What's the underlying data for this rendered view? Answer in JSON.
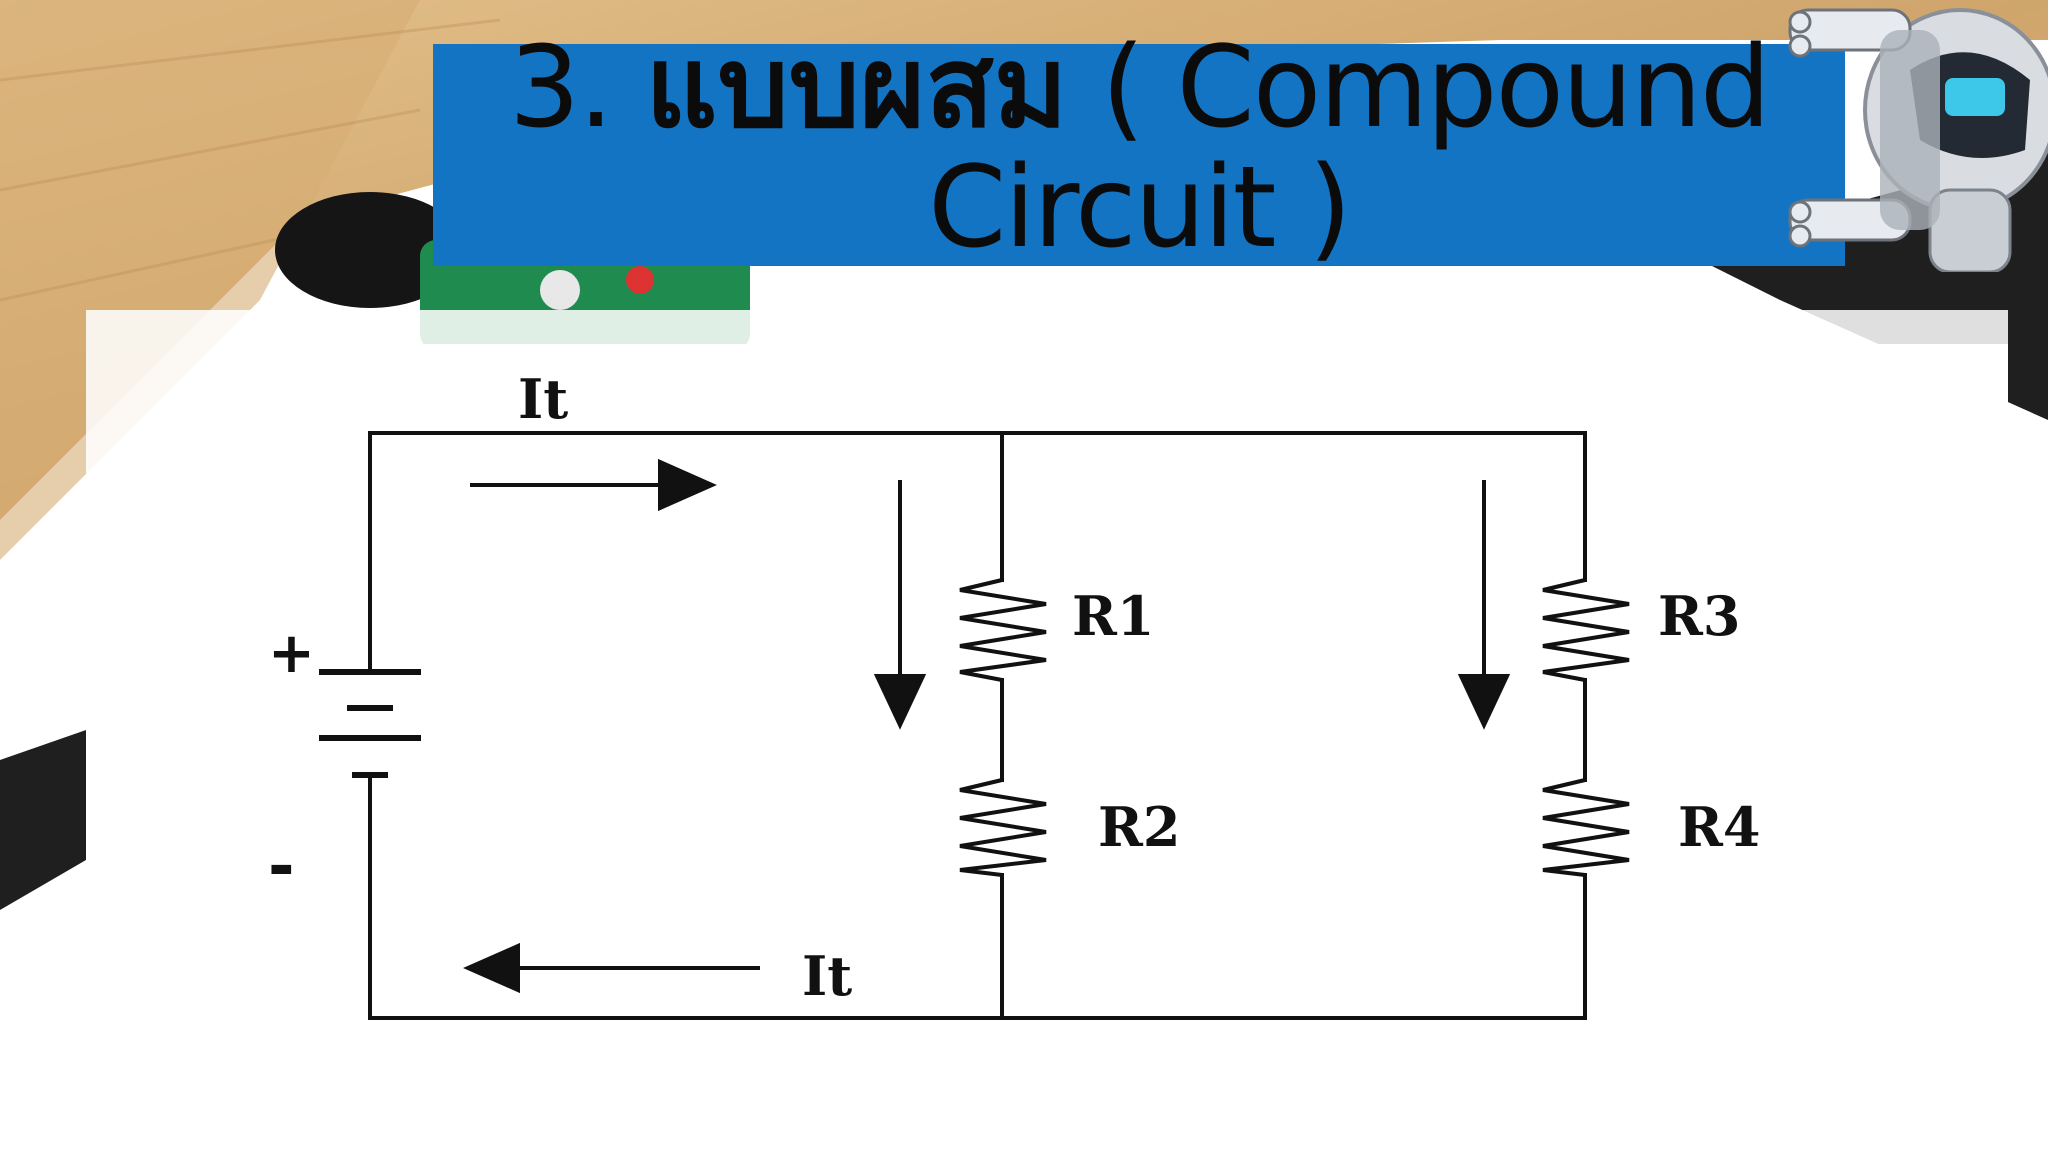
{
  "slide": {
    "title_number": "3.",
    "title_thai": "แบบผสม",
    "title_line1_english": "( Compound",
    "title_line2": "Circuit )"
  },
  "diagram": {
    "current_label_top": "It",
    "current_label_bottom": "It",
    "resistors": [
      "R1",
      "R2",
      "R3",
      "R4"
    ],
    "battery_positive": "+",
    "battery_negative": "-"
  },
  "colors": {
    "banner": "#1474c4",
    "floor_wood": "#d8b27a",
    "track_dark": "#2a2a2a"
  },
  "icons": [
    "robot-mascot-icon",
    "battery-icon",
    "resistor-icon",
    "arrow-icon"
  ]
}
